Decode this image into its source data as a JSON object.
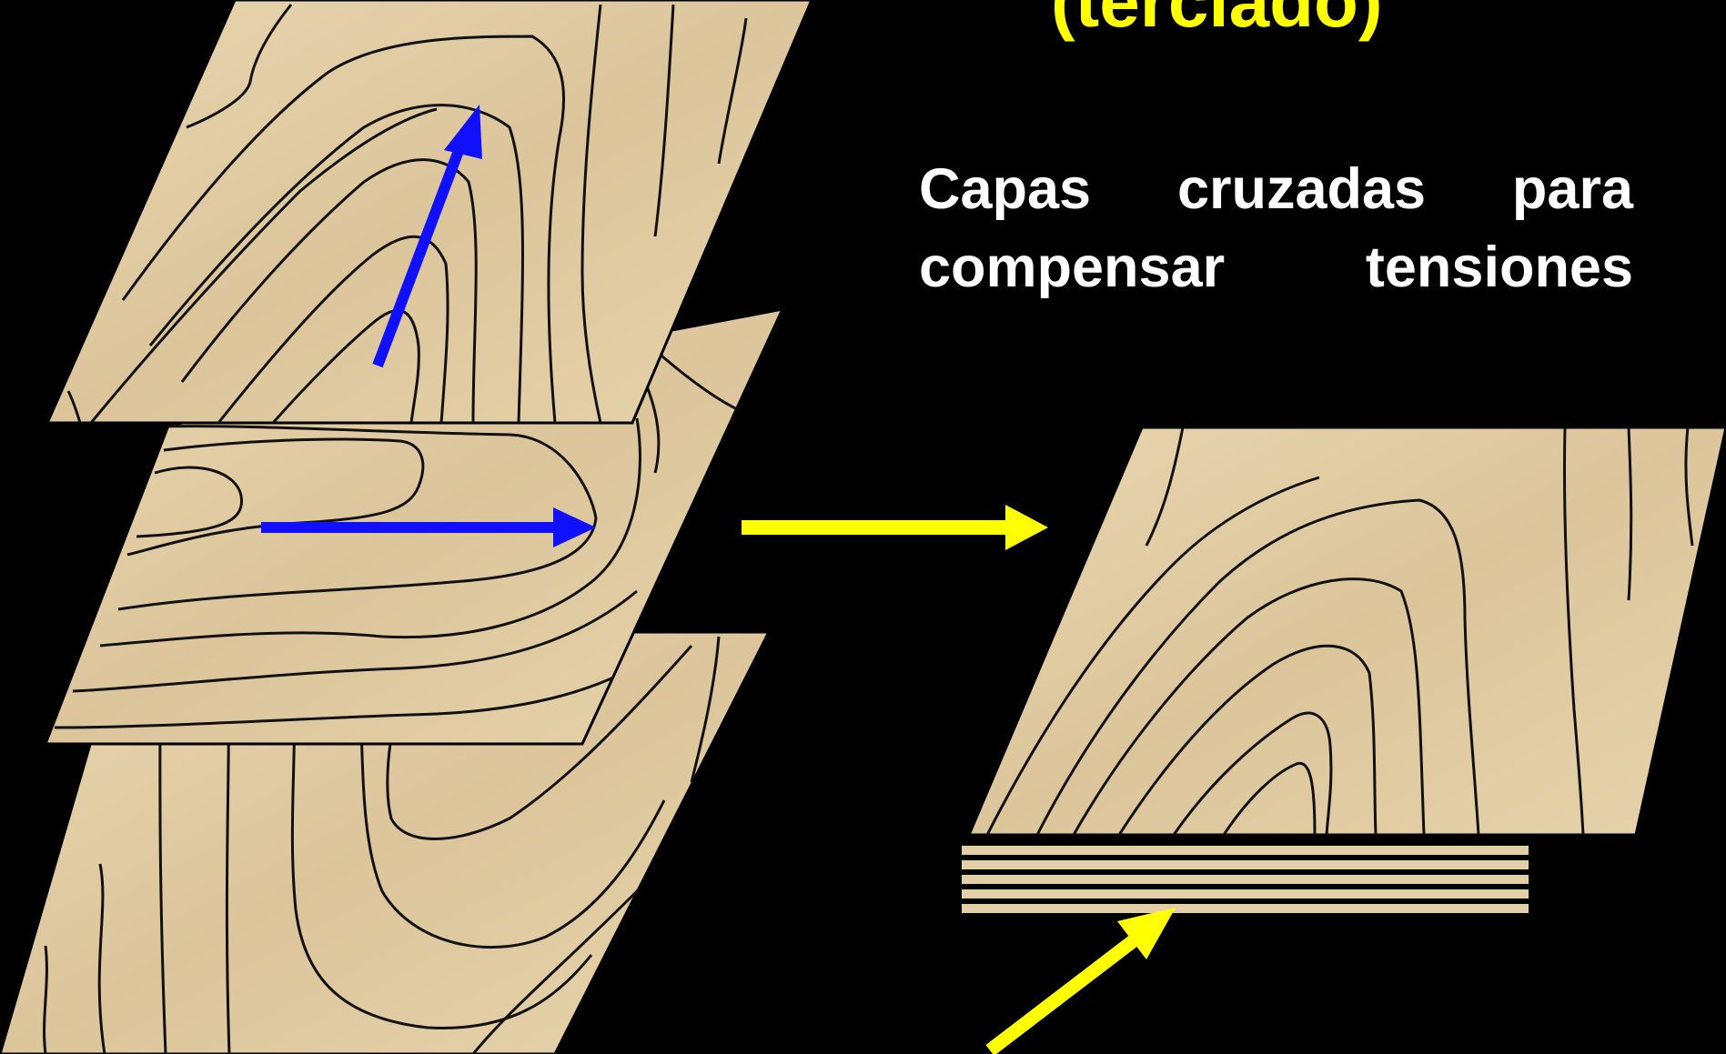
{
  "slide": {
    "title": "(terciado)",
    "caption_line1": "Capas  cruzadas  para",
    "caption_line2": "compensar  tensiones"
  },
  "colors": {
    "background": "#000000",
    "title": "#ffff00",
    "caption": "#ffffff",
    "wood": "#e3cfa6",
    "grain": "#111111",
    "grain_direction_arrow": "#1010ff",
    "process_arrow": "#ffff00"
  },
  "diagram": {
    "left_stack": [
      "top-veneer",
      "middle-veneer",
      "bottom-veneer"
    ],
    "right": "laminated-panel",
    "panel_layer_lines": 5
  }
}
